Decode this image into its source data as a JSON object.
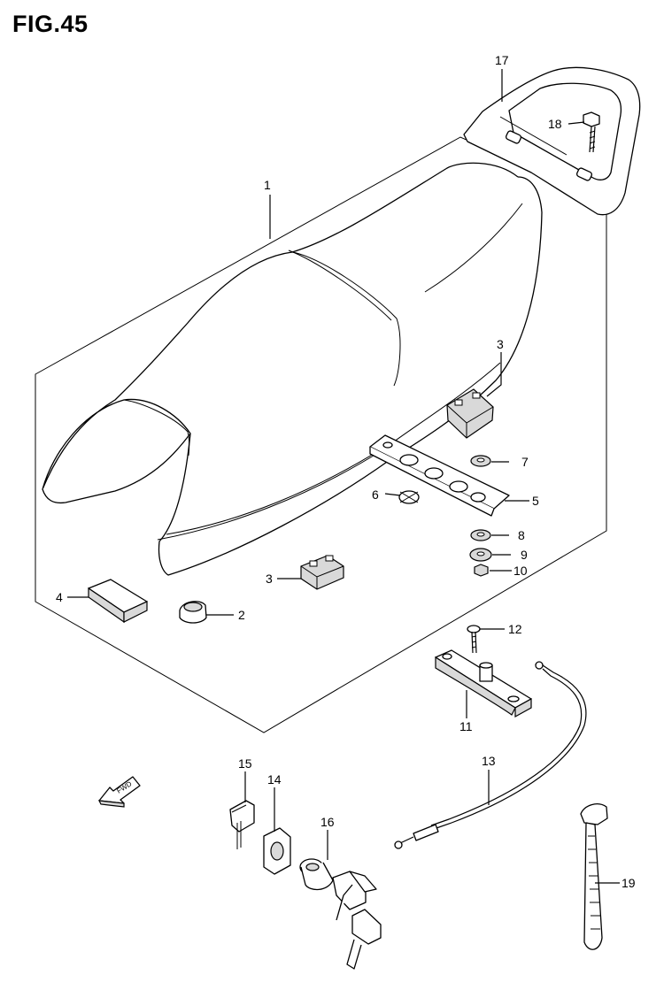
{
  "title": "FIG.45",
  "fwd_label": "FWD",
  "callouts": {
    "c1": "1",
    "c2": "2",
    "c3a": "3",
    "c3b": "3",
    "c4": "4",
    "c5": "5",
    "c6": "6",
    "c7": "7",
    "c8": "8",
    "c9": "9",
    "c10": "10",
    "c11": "11",
    "c12": "12",
    "c13": "13",
    "c14": "14",
    "c15": "15",
    "c16": "16",
    "c17": "17",
    "c18": "18",
    "c19": "19"
  }
}
